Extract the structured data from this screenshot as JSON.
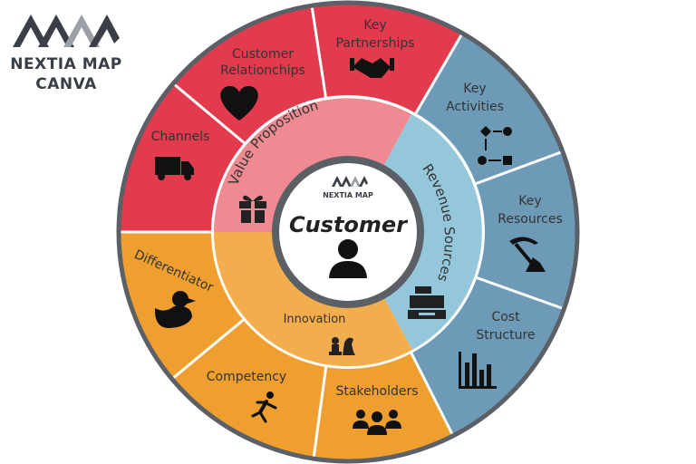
{
  "brand": {
    "logo_icon": "nextia-map-logo-icon",
    "title_line1": "NEXTIA MAP",
    "title_line2": "CANVA"
  },
  "colors": {
    "red": "#e23b4e",
    "pink": "#ef8a92",
    "blue": "#6d9bb7",
    "light_blue": "#94c7da",
    "orange": "#ef9f30",
    "light_orange": "#f2ae4c",
    "ring_gray": "#5a6066",
    "dark": "#222222"
  },
  "center": {
    "logo_text": "NEXTIA MAP",
    "title": "Customer",
    "icon": "user-icon"
  },
  "inner_ring": {
    "value_proposition": {
      "label": "Value Proposition",
      "icon": "gift-icon"
    },
    "revenue_sources": {
      "label": "Revenue Sources",
      "icon": "cash-register-icon"
    },
    "innovation": {
      "label": "Innovation",
      "icon": "chess-pieces-icon"
    }
  },
  "outer_ring": {
    "channels": {
      "label": "Channels",
      "icon": "truck-icon"
    },
    "customer_relationships": {
      "label_line1": "Customer",
      "label_line2": "Relationchips",
      "icon": "heart-icon"
    },
    "key_partnerships": {
      "label_line1": "Key",
      "label_line2": "Partnerships",
      "icon": "handshake-icon"
    },
    "key_activities": {
      "label_line1": "Key",
      "label_line2": "Activities",
      "icon": "flowchart-icon"
    },
    "key_resources": {
      "label_line1": "Key",
      "label_line2": "Resources",
      "icon": "pickaxe-icon"
    },
    "cost_structure": {
      "label_line1": "Cost",
      "label_line2": "Structure",
      "icon": "bar-chart-icon"
    },
    "stakeholders": {
      "label": "Stakeholders",
      "icon": "people-group-icon"
    },
    "competency": {
      "label": "Competency",
      "icon": "runner-icon"
    },
    "differentiator": {
      "label": "Differentiator",
      "icon": "rubber-duck-icon"
    }
  }
}
